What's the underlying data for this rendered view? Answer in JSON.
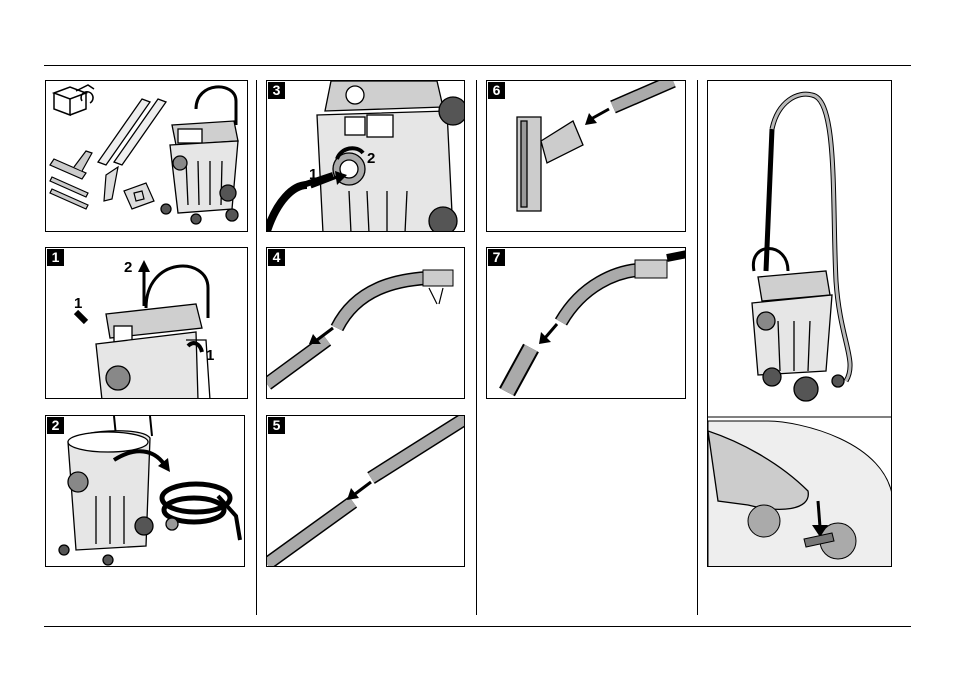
{
  "steps": [
    {
      "label": "1",
      "callouts": [
        "1",
        "2",
        "1"
      ]
    },
    {
      "label": "2"
    },
    {
      "label": "3",
      "callouts": [
        "1",
        "2"
      ]
    },
    {
      "label": "4"
    },
    {
      "label": "5"
    },
    {
      "label": "6"
    },
    {
      "label": "7"
    }
  ]
}
